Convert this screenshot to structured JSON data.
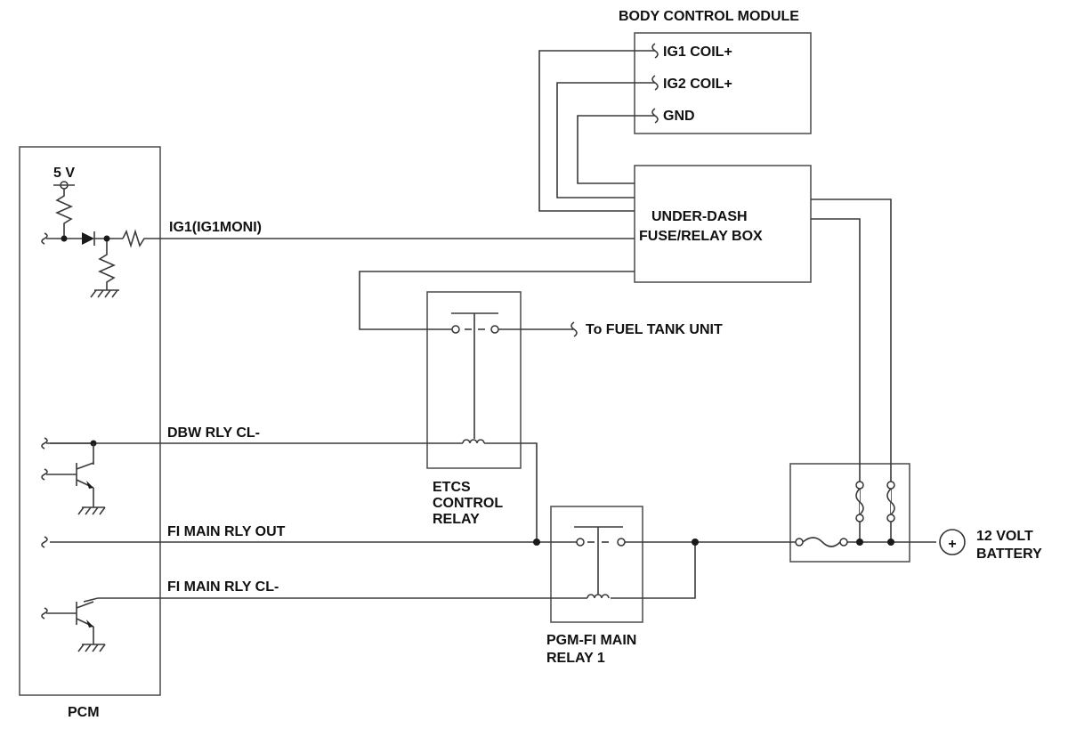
{
  "labels": {
    "bcm_title": "BODY CONTROL MODULE",
    "ig1_coil": "IG1 COIL+",
    "ig2_coil": "IG2 COIL+",
    "gnd": "GND",
    "underdash_line1": "UNDER-DASH",
    "underdash_line2": "FUSE/RELAY BOX",
    "v5": "5 V",
    "ig1_signal": "IG1(IG1MONI)",
    "fuel_tank": "To FUEL TANK UNIT",
    "dbw": "DBW RLY CL-",
    "fi_out": "FI MAIN RLY OUT",
    "fi_cl": "FI MAIN RLY CL-",
    "etcs_line1": "ETCS",
    "etcs_line2": "CONTROL",
    "etcs_line3": "RELAY",
    "pgm_line1": "PGM-FI MAIN",
    "pgm_line2": "RELAY 1",
    "battery_line1": "12 VOLT",
    "battery_line2": "BATTERY",
    "pcm": "PCM",
    "battery_plus": "+"
  }
}
